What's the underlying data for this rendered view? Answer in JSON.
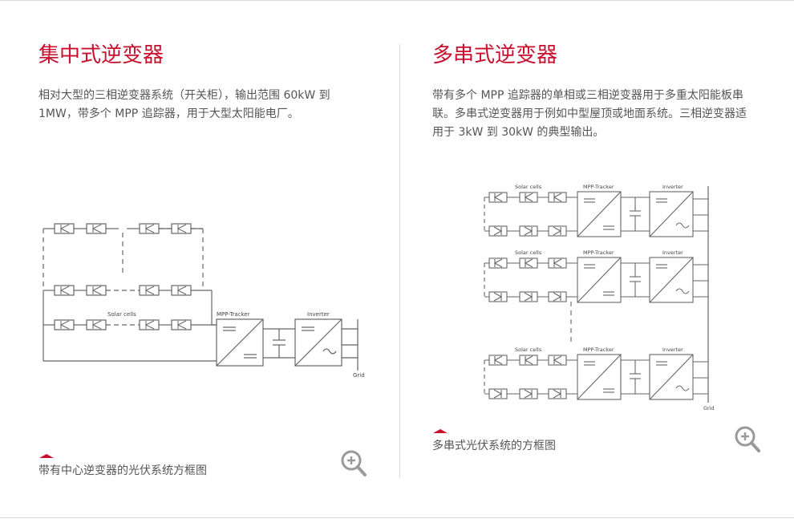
{
  "left": {
    "title": "集中式逆变器",
    "description": "相对大型的三相逆变器系统（开关柜），输出范围 60kW 到 1MW，带多个 MPP 追踪器，用于大型太阳能电厂。",
    "diagram": {
      "solar_cells_label": "Solar cells",
      "mpp_label": "MPP-Tracker",
      "inverter_label": "Inverter",
      "grid_label": "Grid"
    },
    "caption": "带有中心逆变器的光伏系统方框图"
  },
  "right": {
    "title": "多串式逆变器",
    "description": "带有多个 MPP 追踪器的单相或三相逆变器用于多重太阳能板串联。多串式逆变器用于例如中型屋顶或地面系统。三相逆变器适用于 3kW 到 30kW 的典型输出。",
    "diagram": {
      "solar_cells_label": "Solar cells",
      "mpp_label": "MPP-Tracker",
      "inverter_label": "Inverter",
      "grid_label": "Grid"
    },
    "caption": "多串式光伏系统的方框图"
  },
  "colors": {
    "accent": "#c8102e",
    "text": "#555555",
    "line": "#555555",
    "icon": "#9a9a9a"
  },
  "icons": {
    "zoom": "zoom-in-icon",
    "marker": "caret-up-icon"
  }
}
